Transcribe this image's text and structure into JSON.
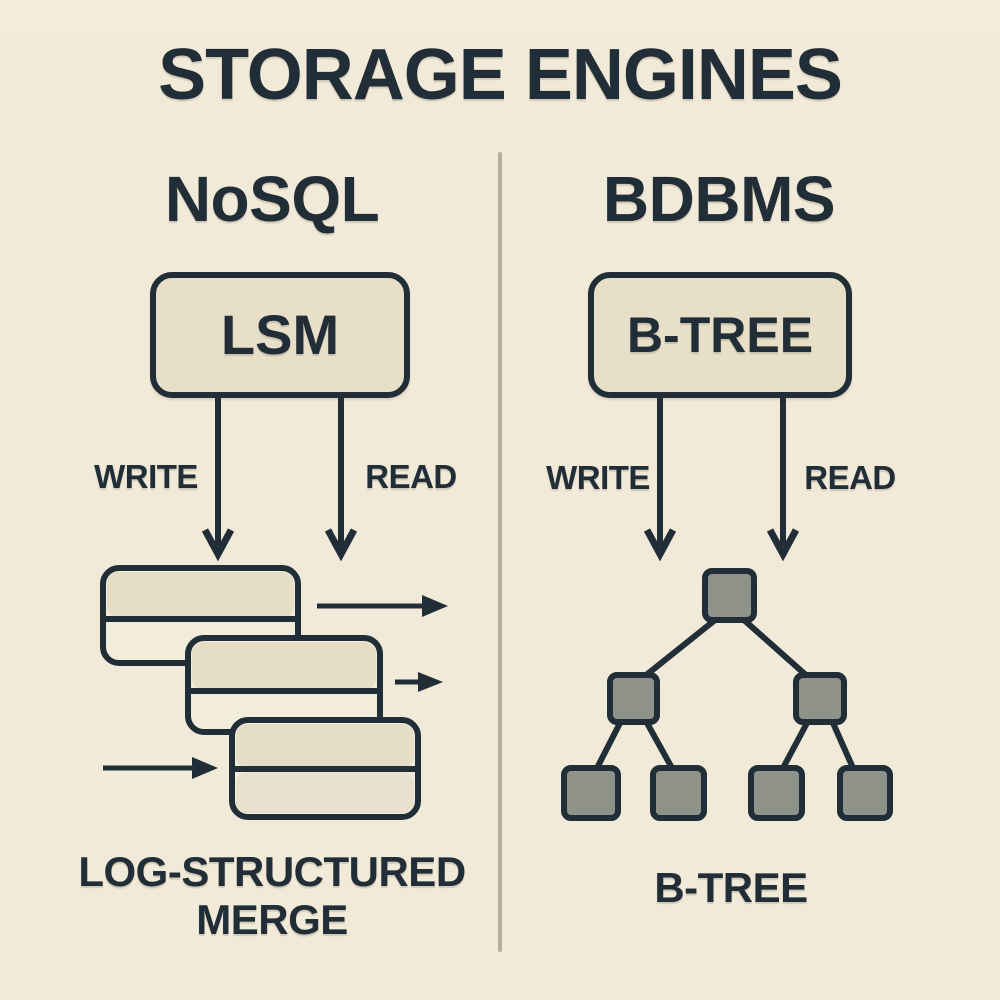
{
  "page": {
    "title": "STORAGE ENGINES"
  },
  "columns": {
    "left": {
      "header": "NoSQL",
      "engine_box_label": "LSM",
      "write_label": "WRITE",
      "read_label": "READ",
      "caption_line1": "LOG-STRUCTURED",
      "caption_line2": "MERGE"
    },
    "right": {
      "header": "BDBMS",
      "engine_box_label": "B-TREE",
      "write_label": "WRITE",
      "read_label": "READ",
      "caption": "B-TREE"
    }
  },
  "colors": {
    "background": "#f2ead8",
    "ink": "#212e38",
    "box_fill": "#e8dfc9",
    "segment_top_fill": "#e6ddc5",
    "segment_bottom_fill": "#f2ecda",
    "node_fill": "#8f9289",
    "divider": "#b6b09b"
  }
}
